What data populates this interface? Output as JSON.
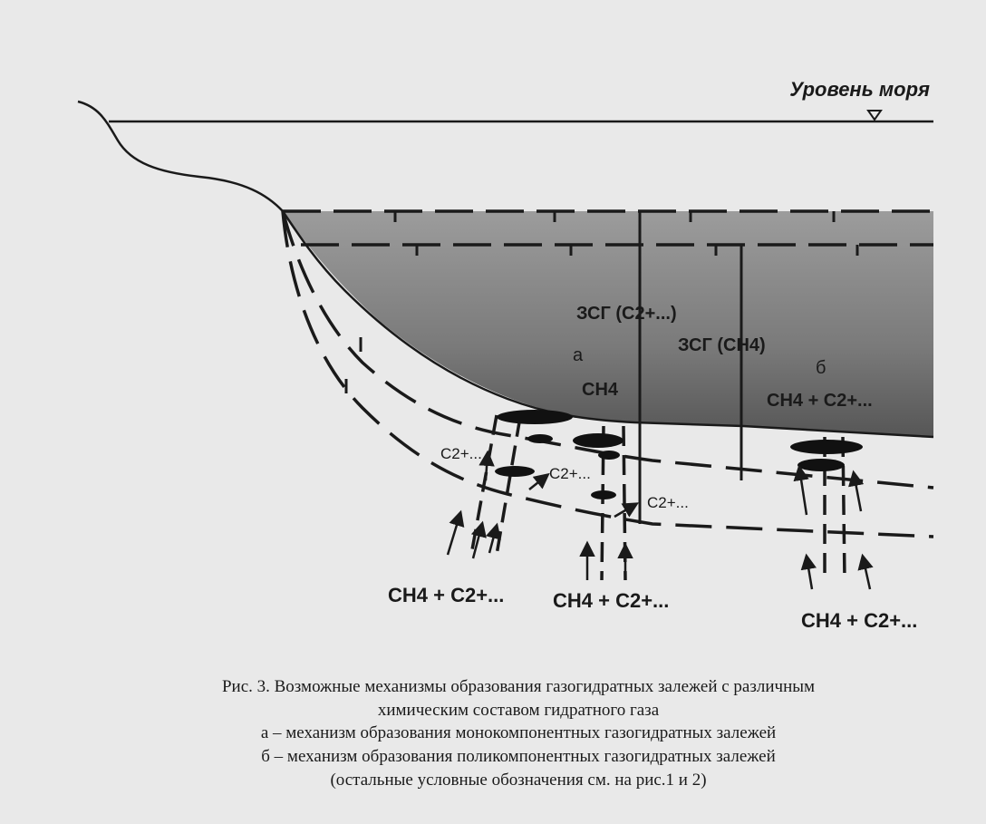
{
  "diagram": {
    "sea_level_label": "Уровень моря",
    "zone_c2": "ЗСГ (C2+...)",
    "zone_ch4": "ЗСГ (CH4)",
    "mech_a": "а",
    "mech_b": "б",
    "gas_a": "CH4",
    "gas_b": "CH4 + C2+...",
    "c2_1": "C2+...",
    "c2_2": "C2+...",
    "c2_3": "C2+...",
    "flux_1": "CH4 + C2+...",
    "flux_2": "CH4 + C2+...",
    "flux_3": "CH4 + C2+..."
  },
  "caption": {
    "line1": "Рис. 3. Возможные механизмы образования газогидратных залежей с различным",
    "line2": "химическим составом гидратного газа",
    "line3": "а – механизм образования монокомпонентных газогидратных залежей",
    "line4": "б – механизм образования поликомпонентных газогидратных залежей",
    "line5": "(остальные условные обозначения см. на рис.1 и 2)"
  }
}
